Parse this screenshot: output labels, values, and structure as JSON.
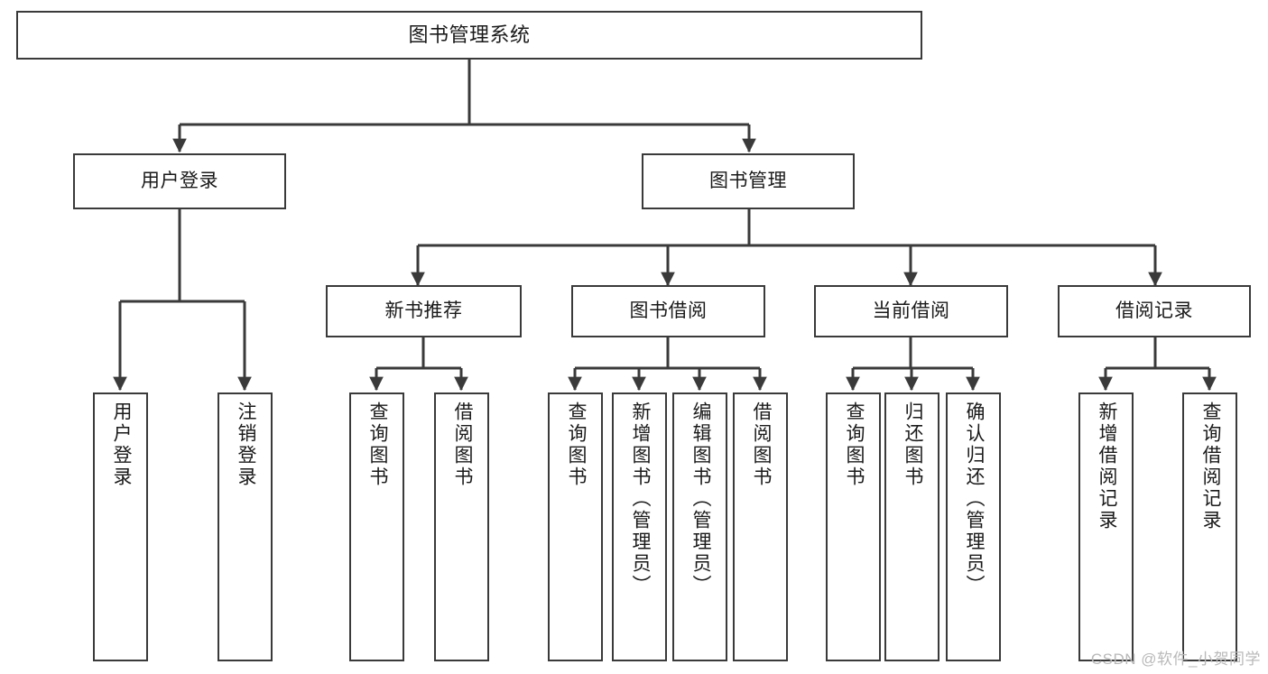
{
  "diagram": {
    "type": "tree",
    "orientation": "top-down",
    "root": {
      "id": "root",
      "label": "图书管理系统"
    },
    "level2": [
      {
        "id": "user-login",
        "label": "用户登录"
      },
      {
        "id": "book-management",
        "label": "图书管理"
      }
    ],
    "level3": [
      {
        "id": "new-book-recommend",
        "label": "新书推荐",
        "parent": "book-management"
      },
      {
        "id": "book-borrow",
        "label": "图书借阅",
        "parent": "book-management"
      },
      {
        "id": "current-borrow",
        "label": "当前借阅",
        "parent": "book-management"
      },
      {
        "id": "borrow-record",
        "label": "借阅记录",
        "parent": "book-management"
      }
    ],
    "leaves": [
      {
        "id": "leaf-user-login",
        "label": "用户登录",
        "parent": "user-login"
      },
      {
        "id": "leaf-logout-login",
        "label": "注销登录",
        "parent": "user-login"
      },
      {
        "id": "leaf-query-book-1",
        "label": "查询图书",
        "parent": "new-book-recommend"
      },
      {
        "id": "leaf-borrow-book-1",
        "label": "借阅图书",
        "parent": "new-book-recommend"
      },
      {
        "id": "leaf-query-book-2",
        "label": "查询图书",
        "parent": "book-borrow"
      },
      {
        "id": "leaf-add-book",
        "label": "新增图书（管理员）",
        "parent": "book-borrow"
      },
      {
        "id": "leaf-edit-book",
        "label": "编辑图书（管理员）",
        "parent": "book-borrow"
      },
      {
        "id": "leaf-borrow-book-2",
        "label": "借阅图书",
        "parent": "book-borrow"
      },
      {
        "id": "leaf-query-book-3",
        "label": "查询图书",
        "parent": "current-borrow"
      },
      {
        "id": "leaf-return-book",
        "label": "归还图书",
        "parent": "current-borrow"
      },
      {
        "id": "leaf-confirm-return",
        "label": "确认归还（管理员）",
        "parent": "current-borrow"
      },
      {
        "id": "leaf-add-record",
        "label": "新增借阅记录",
        "parent": "borrow-record"
      },
      {
        "id": "leaf-query-record",
        "label": "查询借阅记录",
        "parent": "borrow-record"
      }
    ]
  },
  "watermark": {
    "text": "CSDN @软件_小贺同学"
  },
  "colors": {
    "stroke": "#3a3a3a",
    "background": "#ffffff",
    "text": "#1a1a1a",
    "watermark": "#b9b9b9"
  }
}
